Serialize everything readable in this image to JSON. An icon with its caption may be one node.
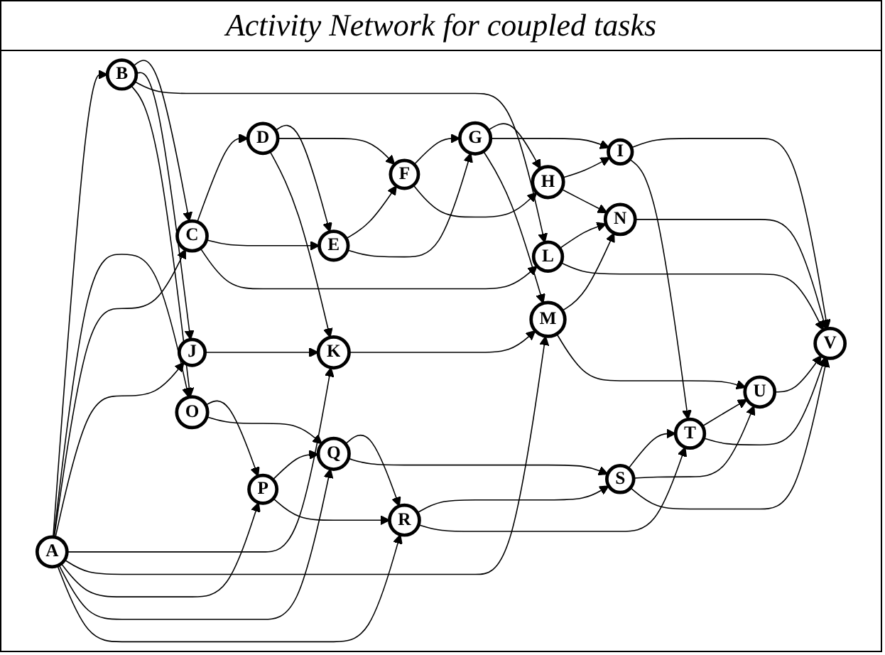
{
  "diagram": {
    "title": "Activity Network for coupled tasks",
    "nodes": [
      {
        "text": [
          "A"
        ]
      },
      {
        "text": [
          "B"
        ]
      },
      {
        "text": [
          "C"
        ]
      },
      {
        "text": [
          "D"
        ]
      },
      {
        "text": [
          "E"
        ]
      },
      {
        "text": [
          "F"
        ]
      },
      {
        "text": [
          "G"
        ]
      },
      {
        "text": [
          "H"
        ]
      },
      {
        "text": [
          "I"
        ]
      },
      {
        "text": [
          "J"
        ]
      },
      {
        "text": [
          "K"
        ]
      },
      {
        "text": [
          "L"
        ]
      },
      {
        "text": [
          "M"
        ]
      },
      {
        "text": [
          "N"
        ]
      },
      {
        "text": [
          "O"
        ]
      },
      {
        "text": [
          "P"
        ]
      },
      {
        "text": [
          "Q"
        ]
      },
      {
        "text": [
          "R"
        ]
      },
      {
        "text": [
          "S"
        ]
      },
      {
        "text": [
          "T"
        ]
      },
      {
        "text": [
          "U"
        ]
      },
      {
        "text": [
          "V"
        ]
      }
    ],
    "edges": [
      {
        "from": 0,
        "to": 1,
        "arrow": "to"
      },
      {
        "from": 1,
        "to": 2,
        "arrow": "to"
      },
      {
        "from": 2,
        "to": 3,
        "arrow": "to"
      },
      {
        "from": 3,
        "to": 4,
        "arrow": "to"
      },
      {
        "from": 4,
        "to": 5,
        "arrow": "to"
      },
      {
        "from": 5,
        "to": 6,
        "arrow": "to"
      },
      {
        "from": 6,
        "to": 7,
        "arrow": "to"
      },
      {
        "from": 7,
        "to": 8,
        "arrow": "to"
      },
      {
        "from": 8,
        "to": 21,
        "arrow": "to"
      },
      {
        "from": 0,
        "to": 14,
        "arrow": "to"
      },
      {
        "from": 14,
        "to": 15,
        "arrow": "to"
      },
      {
        "from": 15,
        "to": 16,
        "arrow": "to"
      },
      {
        "from": 16,
        "to": 17,
        "arrow": "to"
      },
      {
        "from": 17,
        "to": 18,
        "arrow": "to"
      },
      {
        "from": 18,
        "to": 19,
        "arrow": "to"
      },
      {
        "from": 19,
        "to": 20,
        "arrow": "to"
      },
      {
        "from": 20,
        "to": 21,
        "arrow": "to"
      },
      {
        "from": 0,
        "to": 2,
        "arrow": "to"
      },
      {
        "from": 0,
        "to": 9,
        "arrow": "to"
      },
      {
        "from": 0,
        "to": 10,
        "arrow": "to"
      },
      {
        "from": 0,
        "to": 12,
        "arrow": "to"
      },
      {
        "from": 0,
        "to": 15,
        "arrow": "to"
      },
      {
        "from": 0,
        "to": 16,
        "arrow": "to"
      },
      {
        "from": 0,
        "to": 17,
        "arrow": "to"
      },
      {
        "from": 1,
        "to": 9,
        "arrow": "to"
      },
      {
        "from": 1,
        "to": 11,
        "arrow": "to"
      },
      {
        "from": 1,
        "to": 14,
        "arrow": "to"
      },
      {
        "from": 2,
        "to": 4,
        "arrow": "to"
      },
      {
        "from": 2,
        "to": 11,
        "arrow": "to"
      },
      {
        "from": 3,
        "to": 5,
        "arrow": "to"
      },
      {
        "from": 3,
        "to": 10,
        "arrow": "to"
      },
      {
        "from": 4,
        "to": 6,
        "arrow": "to"
      },
      {
        "from": 5,
        "to": 7,
        "arrow": "to"
      },
      {
        "from": 6,
        "to": 8,
        "arrow": "to"
      },
      {
        "from": 6,
        "to": 12,
        "arrow": "to"
      },
      {
        "from": 7,
        "to": 13,
        "arrow": "to"
      },
      {
        "from": 8,
        "to": 19,
        "arrow": "to"
      },
      {
        "from": 9,
        "to": 10,
        "arrow": "to"
      },
      {
        "from": 10,
        "to": 12,
        "arrow": "to"
      },
      {
        "from": 11,
        "to": 13,
        "arrow": "to"
      },
      {
        "from": 12,
        "to": 13,
        "arrow": "to"
      },
      {
        "from": 13,
        "to": 21,
        "arrow": "to"
      },
      {
        "from": 11,
        "to": 21,
        "arrow": "to"
      },
      {
        "from": 12,
        "to": 20,
        "arrow": "to"
      },
      {
        "from": 14,
        "to": 16,
        "arrow": "to"
      },
      {
        "from": 15,
        "to": 17,
        "arrow": "to"
      },
      {
        "from": 16,
        "to": 18,
        "arrow": "to"
      },
      {
        "from": 17,
        "to": 19,
        "arrow": "to"
      },
      {
        "from": 18,
        "to": 20,
        "arrow": "to"
      },
      {
        "from": 19,
        "to": 21,
        "arrow": "to"
      },
      {
        "from": 18,
        "to": 21,
        "arrow": "to"
      }
    ]
  }
}
